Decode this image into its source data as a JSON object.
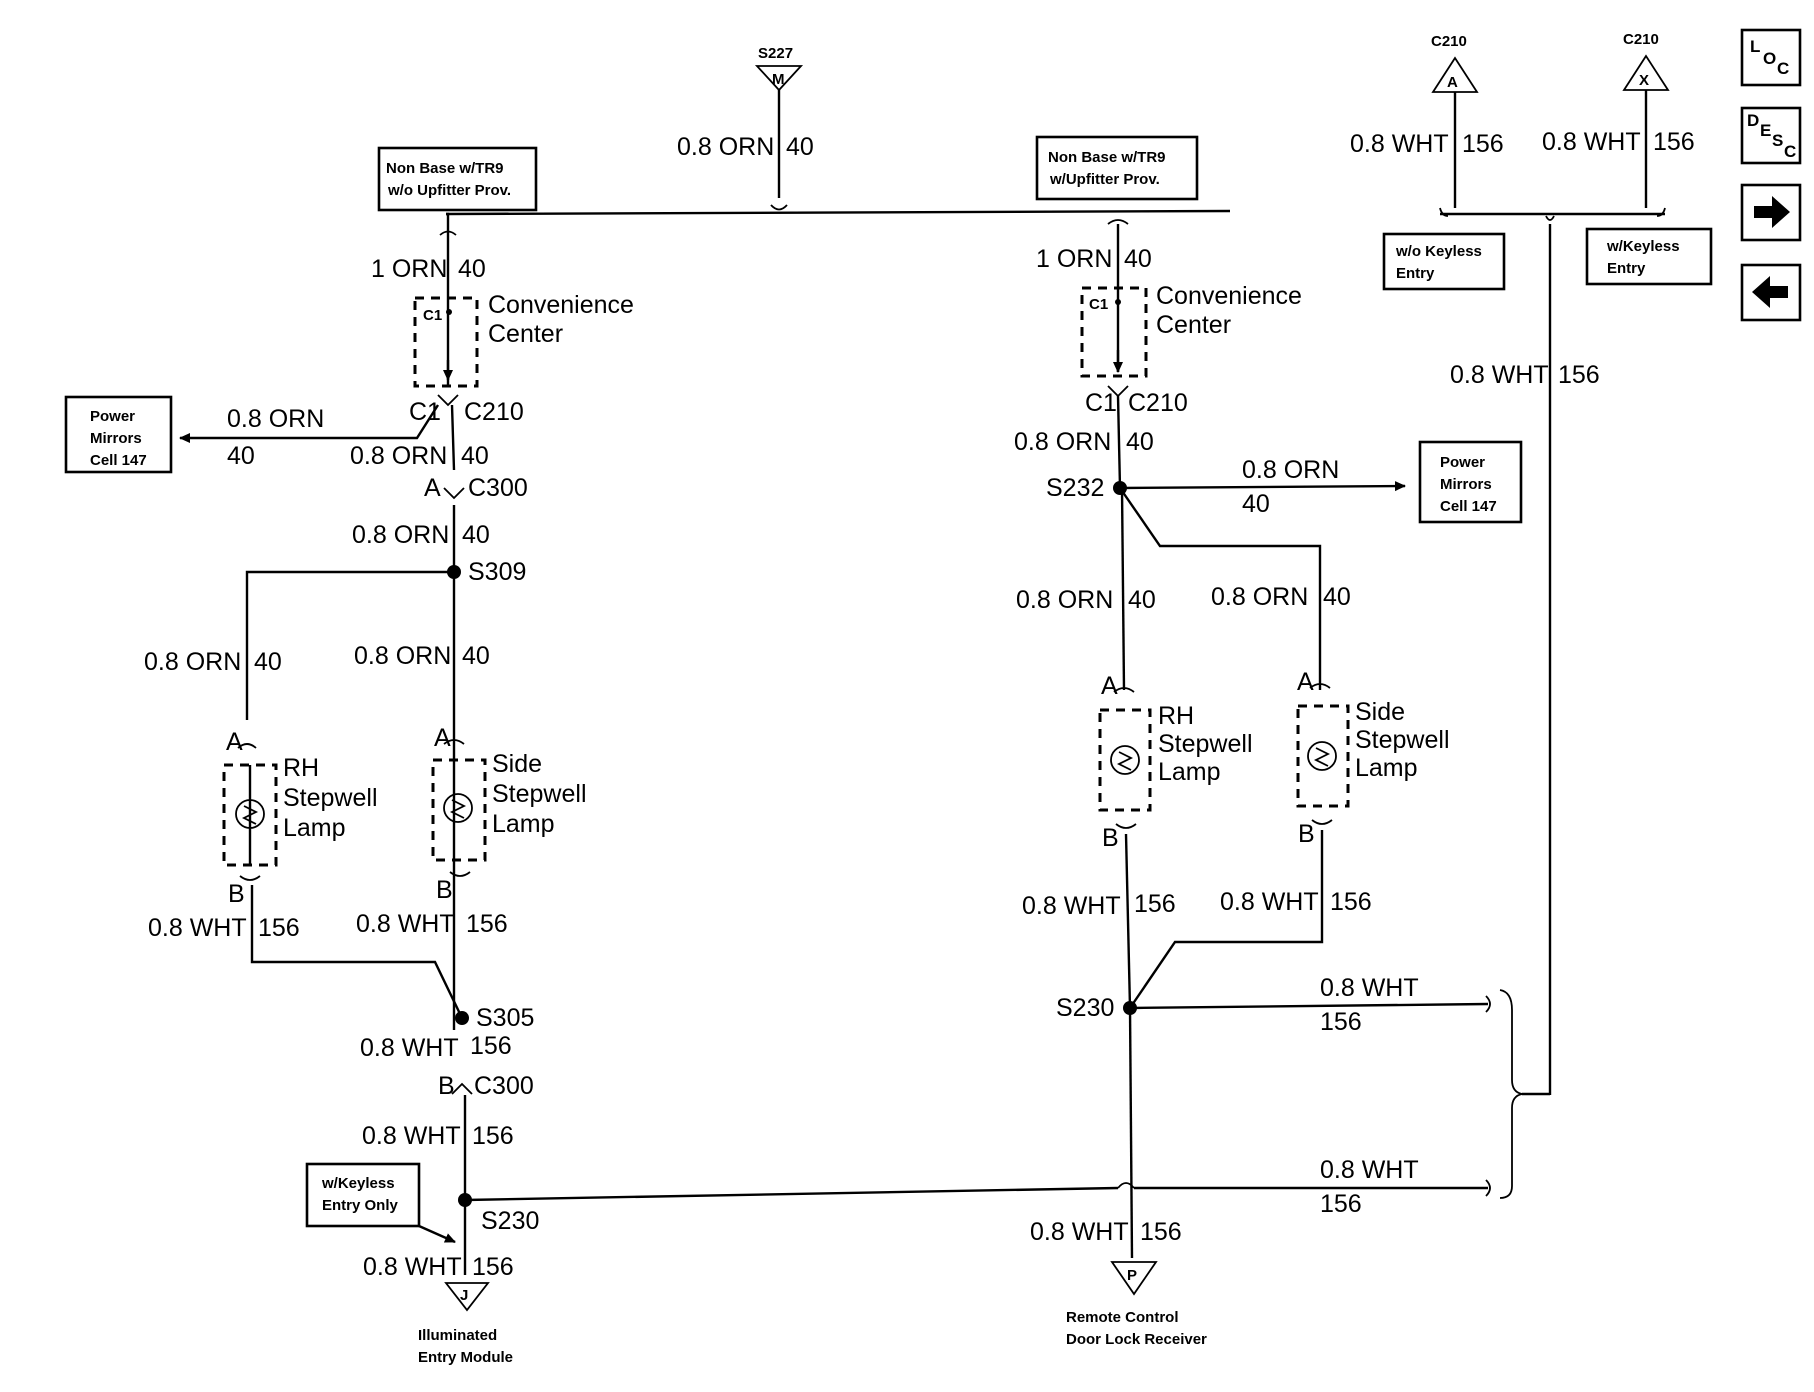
{
  "nav": {
    "loc": "LOC",
    "desc": "DESC",
    "next": "next-arrow-icon",
    "prev": "prev-arrow-icon"
  },
  "top": {
    "s227": "S227",
    "s227_pin": "M",
    "wire_orn": "0.8 ORN",
    "circuit_40": "40",
    "c210_a": "C210",
    "c210_a_pin": "A",
    "c210_x": "C210",
    "c210_x_pin": "X",
    "wire_wht": "0.8 WHT",
    "circuit_156": "156",
    "opt_no_keyless": [
      "w/o Keyless",
      "Entry"
    ],
    "opt_keyless": [
      "w/Keyless",
      "Entry"
    ]
  },
  "left": {
    "option": [
      "Non Base w/TR9",
      "w/o Upfitter Prov."
    ],
    "wire_1orn": "1 ORN",
    "c40": "40",
    "conv_pin": "C1",
    "conv_name": [
      "Convenience",
      "Center"
    ],
    "c1": "C1",
    "c210": "C210",
    "pm_box": [
      "Power",
      "Mirrors",
      "Cell 147"
    ],
    "orn": "0.8 ORN",
    "c300": "C300",
    "pin_a": "A",
    "pin_b": "B",
    "s309": "S309",
    "lamp_rh": [
      "RH",
      "Stepwell",
      "Lamp"
    ],
    "lamp_side": [
      "Side",
      "Stepwell",
      "Lamp"
    ],
    "wht": "0.8 WHT",
    "c156": "156",
    "s305": "S305",
    "s230": "S230",
    "keyless_only": [
      "w/Keyless",
      "Entry Only"
    ],
    "pin_j": "J",
    "module": [
      "Illuminated",
      "Entry Module"
    ]
  },
  "right": {
    "option": [
      "Non Base w/TR9",
      "w/Upfitter Prov."
    ],
    "wire_1orn": "1 ORN",
    "c40": "40",
    "conv_pin": "C1",
    "conv_name": [
      "Convenience",
      "Center"
    ],
    "c1": "C1",
    "c210": "C210",
    "orn": "0.8 ORN",
    "s232": "S232",
    "pm_box": [
      "Power",
      "Mirrors",
      "Cell 147"
    ],
    "pin_a": "A",
    "pin_b": "B",
    "lamp_rh": [
      "RH",
      "Stepwell",
      "Lamp"
    ],
    "lamp_side": [
      "Side",
      "Stepwell",
      "Lamp"
    ],
    "wht": "0.8 WHT",
    "c156": "156",
    "s230": "S230",
    "pin_p": "P",
    "receiver": [
      "Remote Control",
      "Door Lock Receiver"
    ]
  }
}
